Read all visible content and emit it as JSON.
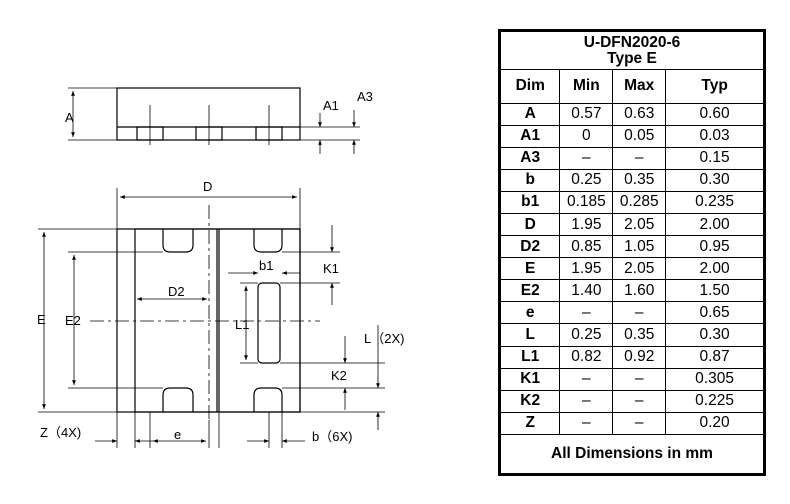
{
  "drawing": {
    "labels": {
      "A": "A",
      "A1": "A1",
      "A3": "A3",
      "D": "D",
      "D2": "D2",
      "b1": "b1",
      "K1": "K1",
      "E": "E",
      "E2": "E2",
      "L1": "L1",
      "L": "L（2X)",
      "K2": "K2",
      "Z": "Z（4X)",
      "e": "e",
      "b": "b（6X)"
    }
  },
  "table": {
    "title_line1": "U-DFN2020-6",
    "title_line2": "Type E",
    "headers": [
      "Dim",
      "Min",
      "Max",
      "Typ"
    ],
    "rows": [
      [
        "A",
        "0.57",
        "0.63",
        "0.60"
      ],
      [
        "A1",
        "0",
        "0.05",
        "0.03"
      ],
      [
        "A3",
        "–",
        "–",
        "0.15"
      ],
      [
        "b",
        "0.25",
        "0.35",
        "0.30"
      ],
      [
        "b1",
        "0.185",
        "0.285",
        "0.235"
      ],
      [
        "D",
        "1.95",
        "2.05",
        "2.00"
      ],
      [
        "D2",
        "0.85",
        "1.05",
        "0.95"
      ],
      [
        "E",
        "1.95",
        "2.05",
        "2.00"
      ],
      [
        "E2",
        "1.40",
        "1.60",
        "1.50"
      ],
      [
        "e",
        "–",
        "–",
        "0.65"
      ],
      [
        "L",
        "0.25",
        "0.35",
        "0.30"
      ],
      [
        "L1",
        "0.82",
        "0.92",
        "0.87"
      ],
      [
        "K1",
        "–",
        "–",
        "0.305"
      ],
      [
        "K2",
        "–",
        "–",
        "0.225"
      ],
      [
        "Z",
        "–",
        "–",
        "0.20"
      ]
    ],
    "footer": "All Dimensions in mm"
  }
}
